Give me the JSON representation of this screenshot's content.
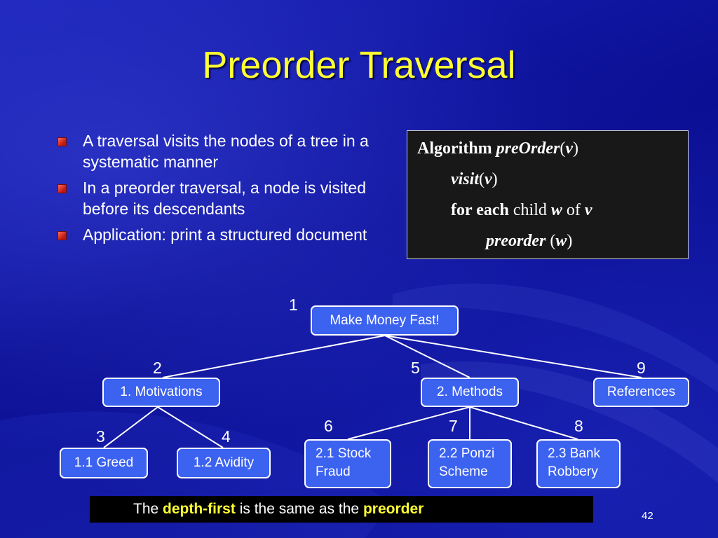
{
  "slide": {
    "title": "Preorder Traversal",
    "page_number": "42"
  },
  "bullets": [
    "A traversal visits the nodes of a tree in a systematic manner",
    "In a preorder traversal, a node is visited before its descendants",
    "Application: print a structured document"
  ],
  "algorithm": {
    "l1_kw": "Algorithm",
    "l1_fn": "preOrder",
    "l1_open": "(",
    "l1_arg": "v",
    "l1_close": ")",
    "l2_fn": "visit",
    "l2_open": "(",
    "l2_arg": "v",
    "l2_close": ")",
    "l3_kw": "for each",
    "l3_child": " child ",
    "l3_w": "w",
    "l3_of": " of ",
    "l3_v": "v",
    "l4_fn": "preorder",
    "l4_open": " (",
    "l4_arg": "w",
    "l4_close": ")"
  },
  "tree": {
    "root": {
      "label": "Make Money Fast!",
      "order": "1"
    },
    "motivations": {
      "label": "1. Motivations",
      "order": "2"
    },
    "methods": {
      "label": "2. Methods",
      "order": "5"
    },
    "references": {
      "label": "References",
      "order": "9"
    },
    "greed": {
      "label": "1.1 Greed",
      "order": "3"
    },
    "avidity": {
      "label": "1.2 Avidity",
      "order": "4"
    },
    "stock": {
      "label": "2.1 Stock\nFraud",
      "order": "6"
    },
    "ponzi": {
      "label": "2.2 Ponzi\nScheme",
      "order": "7"
    },
    "bank": {
      "label": "2.3 Bank\nRobbery",
      "order": "8"
    }
  },
  "footer": {
    "pre": "The ",
    "hl1": "depth-first",
    "mid": " is the same as the ",
    "hl2": "preorder"
  },
  "colors": {
    "background": "#0b0f8f",
    "title": "#ffff33",
    "node_fill": "#3c62f0",
    "highlight": "#ffff33",
    "bullet": "#c0180e"
  }
}
